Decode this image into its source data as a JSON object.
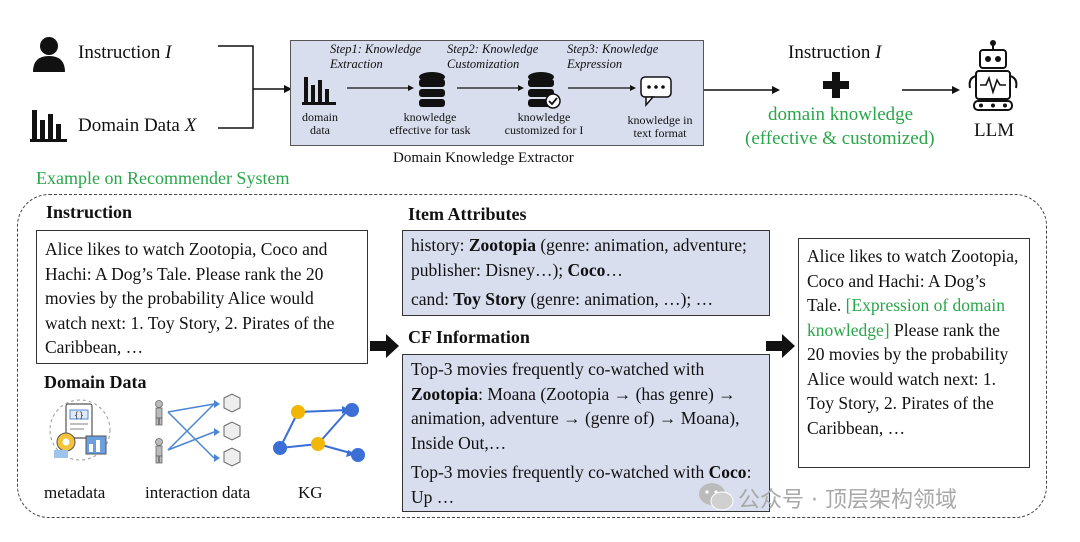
{
  "top": {
    "instruction_label": "Instruction",
    "instruction_var": "I",
    "domain_data_label": "Domain Data",
    "domain_data_var": "X",
    "steps": [
      {
        "title": "Step1: Knowledge Extraction",
        "caption": "domain data"
      },
      {
        "title": "Step2: Knowledge Customization",
        "caption": "knowledge effective for task"
      },
      {
        "title": "Step3: Knowledge Expression",
        "caption": "knowledge customized for I"
      }
    ],
    "final_caption": "knowledge in text format",
    "extractor_label": "Domain Knowledge Extractor",
    "right_instruction_label": "Instruction",
    "right_instruction_var": "I",
    "domain_knowledge_line1": "domain knowledge",
    "domain_knowledge_line2": "(effective & customized)",
    "llm_label": "LLM"
  },
  "example": {
    "title": "Example on Recommender System",
    "instruction_header": "Instruction",
    "instruction_text": "Alice likes to watch Zootopia, Coco and Hachi: A Dog’s Tale. Please rank the 20 movies by the probability Alice would watch next: 1. Toy Story, 2. Pirates of the Caribbean, …",
    "domain_data_header": "Domain Data",
    "domain_items": [
      "metadata",
      "interaction data",
      "KG"
    ],
    "item_attributes_header": "Item Attributes",
    "item_attr_history_prefix": "history: ",
    "item_attr_history_bold1": "Zootopia",
    "item_attr_history_mid": " (genre: animation, adventure; publisher: Disney…); ",
    "item_attr_history_bold2": "Coco",
    "item_attr_history_end": "…",
    "item_attr_cand_prefix": "cand: ",
    "item_attr_cand_bold": "Toy Story",
    "item_attr_cand_end": " (genre: animation, …); …",
    "cf_header": "CF Information",
    "cf_para1_prefix": "Top-3 movies frequently co-watched with ",
    "cf_para1_bold": "Zootopia",
    "cf_para1_end": ": Moana (Zootopia → (has genre) → animation, adventure → (genre of) → Moana), Inside Out,…",
    "cf_para2_prefix": "Top-3 movies frequently co-watched with ",
    "cf_para2_bold": "Coco",
    "cf_para2_end": ": Up …",
    "result_part1": "Alice likes to watch Zootopia, Coco and Hachi: A Dog’s Tale. ",
    "result_green": "[Expression of domain knowledge]",
    "result_part2": "Please rank the 20 movies by the probability Alice would watch next: 1. Toy Story, 2. Pirates of the Caribbean, …"
  },
  "watermark": "公众号 · 顶层架构领域",
  "colors": {
    "accent_green": "#2aa64a",
    "panel_blue": "#d9deef",
    "node_blue": "#3b6fd6",
    "node_yellow": "#f2b705"
  }
}
